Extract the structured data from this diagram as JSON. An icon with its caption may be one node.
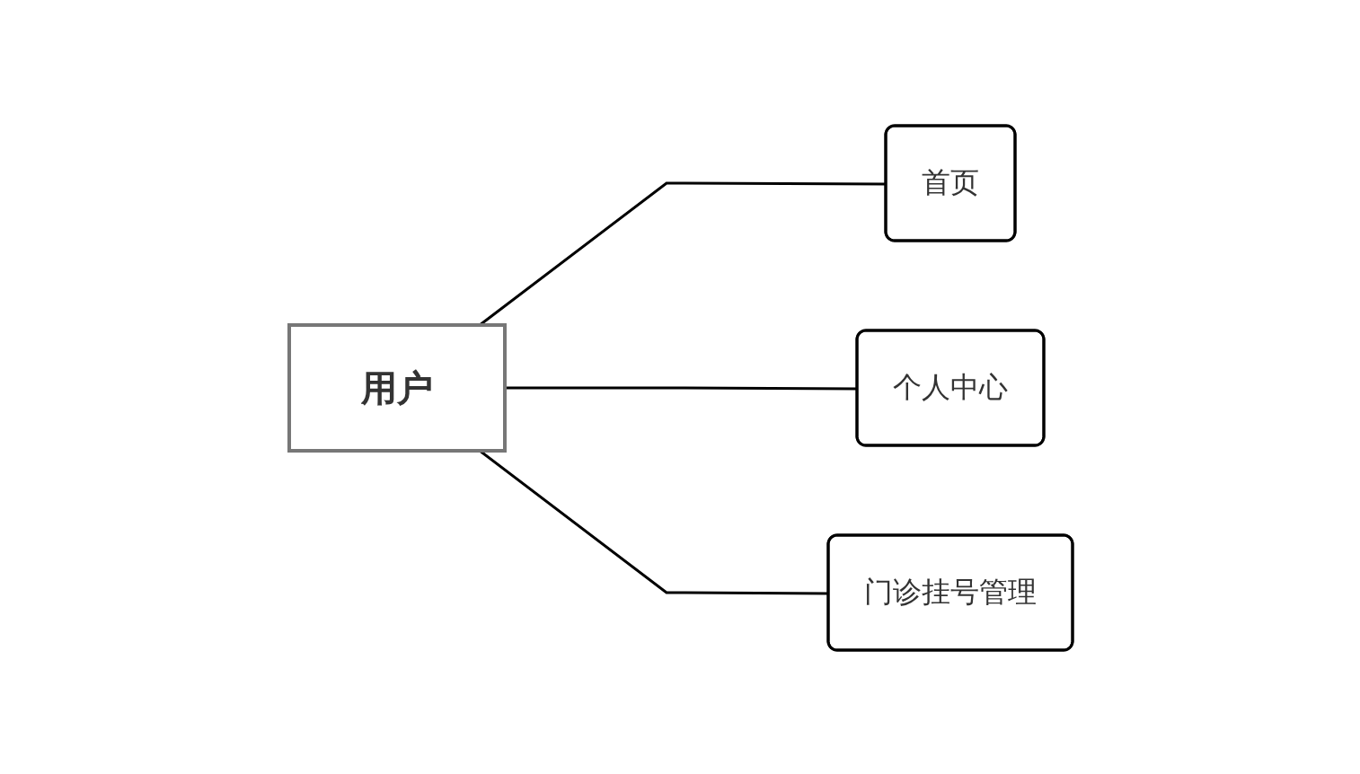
{
  "diagram": {
    "nodes": [
      {
        "text": [
          "用户"
        ]
      },
      {
        "text": [
          "首页"
        ]
      },
      {
        "text": [
          "个人中心"
        ]
      },
      {
        "text": [
          "门诊挂号管理"
        ]
      }
    ],
    "edges": [
      {
        "from": 0,
        "to": 1,
        "arrow": "none"
      },
      {
        "from": 0,
        "to": 2,
        "arrow": "none"
      },
      {
        "from": 0,
        "to": 3,
        "arrow": "none"
      }
    ]
  }
}
